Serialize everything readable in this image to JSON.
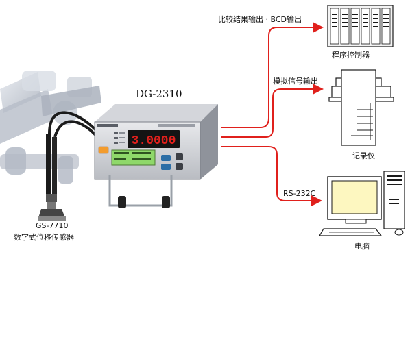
{
  "device": {
    "model": "DG-2310",
    "display_value": "3.0000",
    "display_color": "#e0201c"
  },
  "sensor": {
    "model": "GS-7710",
    "name": "数字式位移传感器"
  },
  "outputs": {
    "bcd": {
      "label": "比较结果输出 · BCD输出",
      "target": "程序控制器"
    },
    "analog": {
      "label": "模拟信号输出",
      "target": "记录仪"
    },
    "serial": {
      "label": "RS-232C",
      "target": "电脑"
    }
  },
  "colors": {
    "arrow": "#e0201c",
    "monitor_screen": "#fdf7c0"
  }
}
